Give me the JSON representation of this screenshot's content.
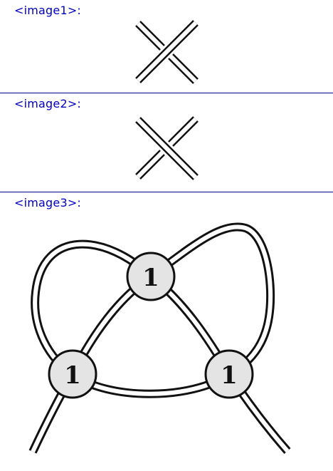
{
  "panels": [
    {
      "label": "<image1>:"
    },
    {
      "label": "<image2>:"
    },
    {
      "label": "<image3>:"
    }
  ],
  "knot": {
    "node_labels": [
      "1",
      "1",
      "1"
    ]
  }
}
